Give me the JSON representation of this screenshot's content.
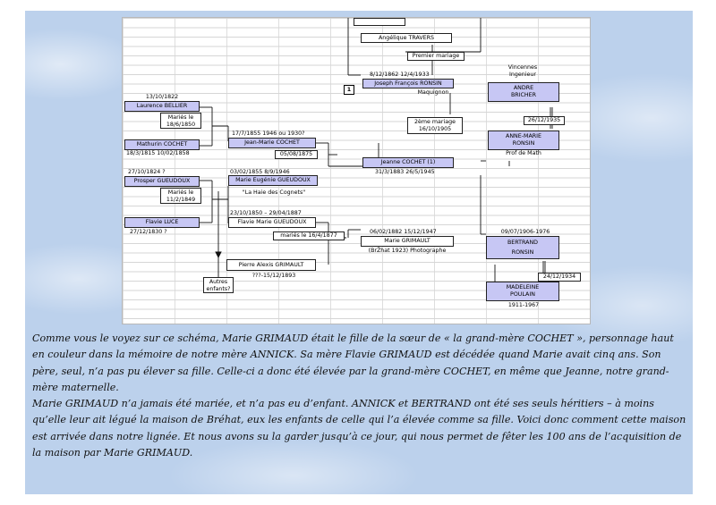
{
  "chart": {
    "top_box": "",
    "angelique": "Angélique TRAVERS",
    "premier_mariage": "Premier mariage",
    "box_number": "1",
    "ronsin_dates": "8/12/1862      12/4/1933",
    "joseph_ronsin": "Joseph François RONSIN",
    "maquignon": "Maquignon",
    "vincennes": "Vincennes",
    "ingenieur": "Ingenieur",
    "andre_bricher": [
      "ANDRE",
      "BRICHER"
    ],
    "date_1822": "13/10/1822",
    "laurence_bellier": "Laurence BELLIER",
    "maries_1850": [
      "Mariés le",
      "18/6/1850"
    ],
    "cochet_dates": "17/7/1855    1946 ou 1930?",
    "jean_marie_cochet": "Jean-Marie COCHET",
    "mathurin_cochet": "Mathurin COCHET",
    "mathurin_dates": "18/3/1815   10/02/1858",
    "date_1875": "05/08/1875",
    "deuxieme_mariage": [
      "2ème mariage",
      "16/10/1905"
    ],
    "date_1935": "26/12/1935",
    "anne_marie_ronsin": [
      "ANNE-MARIE",
      "RONSIN"
    ],
    "prof_math": "Prof de Math",
    "jeanne_cochet": "Jeanne COCHET (1)",
    "jeanne_dates": "31/3/1883    26/5/1945",
    "date_1824": "27/10/1824         ?",
    "gueudoux_dates": "03/02/1855          8/9/1946",
    "prosper_gueudoux": "Prosper  GUEUDOUX",
    "marie_eugenie": "Marie Eugénie GUEUDOUX",
    "maries_1849": [
      "Mariés le",
      "11/2/1849"
    ],
    "la_haie": "\"La Haie des Cognets\"",
    "flavie_dates": "23/10/1850 – 29/04/1887",
    "flavie_gueudoux": "Flavie Marie GUEUDOUX",
    "flavie_luce": "Flavie LUCE",
    "luce_dates": "27/12/1830          ?",
    "maries_1877": "mariés le 16/4/1877",
    "grimault_dates": "06/02/1882        15/12/1947",
    "marie_grimault": "Marie GRIMAULT",
    "photographe": "(BrŽhat 1923) Photographe",
    "bertrand_dates": "09/07/1906-1976",
    "bertrand_ronsin": [
      "BERTRAND",
      "RONSIN"
    ],
    "pierre_alexis": "Pierre Alexis GRIMAULT",
    "pierre_dates": "???-15/12/1893",
    "autres_enfants": [
      "Autres",
      "enfants?"
    ],
    "date_1934": "24/12/1934",
    "madeleine_poulain": [
      "MADELEINE",
      "POULAIN"
    ],
    "madeleine_dates": "1911-1967"
  },
  "narrative": {
    "p1": "Comme vous le voyez sur ce schéma, Marie GRIMAUD était le fille de la sœur de « la grand-mère COCHET », personnage haut en couleur dans la mémoire de notre mère ANNICK. Sa mère Flavie GRIMAUD est décédée quand Marie avait cinq ans. Son père, seul, n’a pas pu élever sa fille. Celle-ci a donc été élevée par la grand-mère COCHET, en même que Jeanne, notre grand-mère maternelle.",
    "p2": "Marie GRIMAUD n’a jamais été mariée, et n’a pas eu d’enfant. ANNICK et BERTRAND ont été ses seuls héritiers – à moins qu’elle leur ait légué la maison de Bréhat, eux les enfants de celle qui l’a élevée comme sa fille. Voici donc comment cette maison est arrivée dans notre lignée. Et nous avons su la garder jusqu’à ce jour, qui nous permet de fêter les 100 ans de l’acquisition de la maison par Marie GRIMAUD."
  }
}
